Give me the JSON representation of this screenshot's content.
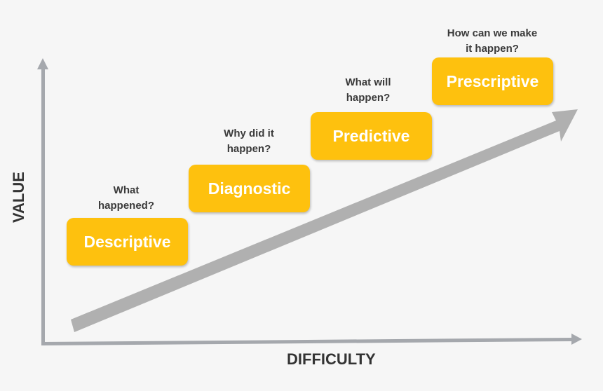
{
  "axes": {
    "x_label": "DIFFICULTY",
    "y_label": "VALUE"
  },
  "stages": [
    {
      "label": "Descriptive",
      "question": "What happened?",
      "q_line1": "What",
      "q_line2": "happened?"
    },
    {
      "label": "Diagnostic",
      "question": "Why did it happen?",
      "q_line1": "Why did it",
      "q_line2": "happen?"
    },
    {
      "label": "Predictive",
      "question": "What will happen?",
      "q_line1": "What will",
      "q_line2": "happen?"
    },
    {
      "label": "Prescriptive",
      "question": "How can we make it happen?",
      "q_line1": "How can we make",
      "q_line2": "it happen?"
    }
  ],
  "colors": {
    "box": "#fec10e",
    "box_text": "#ffffff",
    "axis": "#a5a8ad",
    "trend_arrow": "#b0b0b0",
    "text": "#3a3a3a",
    "background": "#f6f6f6"
  }
}
